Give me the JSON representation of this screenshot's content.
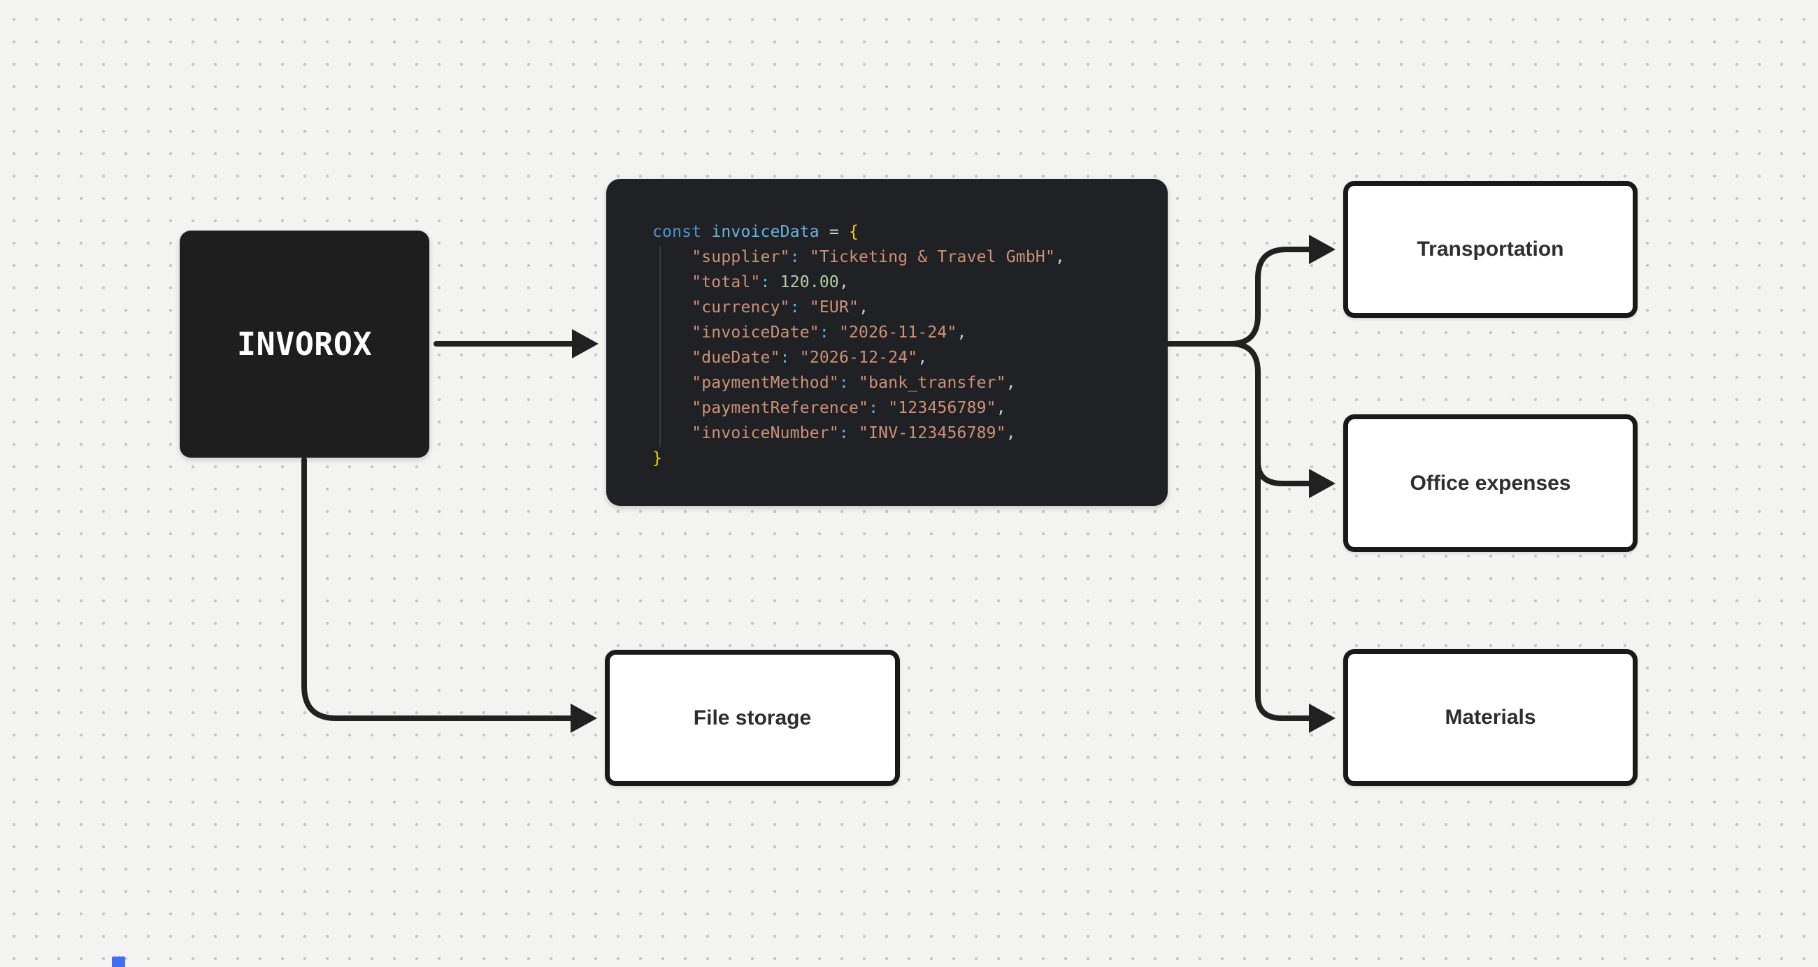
{
  "canvas": {
    "background": "#f3f3f2",
    "dot_color": "#c6c6c5",
    "edge_color": "#212121"
  },
  "nodes": {
    "invorox": {
      "label": "INVOROX",
      "bg": "#1e1e1e",
      "text_color": "#ffffff"
    },
    "transportation": {
      "label": "Transportation"
    },
    "office_expenses": {
      "label": "Office expenses"
    },
    "materials": {
      "label": "Materials"
    },
    "file_storage": {
      "label": "File storage"
    }
  },
  "edges": [
    {
      "from": "invorox",
      "to": "code_block"
    },
    {
      "from": "invorox",
      "to": "file_storage"
    },
    {
      "from": "code_block",
      "to": "transportation"
    },
    {
      "from": "code_block",
      "to": "office_expenses"
    },
    {
      "from": "code_block",
      "to": "materials"
    }
  ],
  "code_block": {
    "bg": "#1f2124",
    "token_colors": {
      "kw": "#4e94ce",
      "var": "#6cb2e0",
      "op": "#d0d0d0",
      "brace": "#f2cf0c",
      "key": "#ce9178",
      "str": "#ce9178",
      "colon": "#64b2e2",
      "num": "#b5cea8",
      "pl": "#d4d4d4"
    },
    "lines": [
      [
        [
          "kw",
          "const"
        ],
        [
          "pl",
          " "
        ],
        [
          "var",
          "invoiceData"
        ],
        [
          "pl",
          " "
        ],
        [
          "op",
          "="
        ],
        [
          "pl",
          " "
        ],
        [
          "brace",
          "{"
        ]
      ],
      [
        [
          "pl",
          "    "
        ],
        [
          "key",
          "\"supplier\""
        ],
        [
          "colon",
          ":"
        ],
        [
          "pl",
          " "
        ],
        [
          "str",
          "\"Ticketing & Travel GmbH\""
        ],
        [
          "op",
          ","
        ]
      ],
      [
        [
          "pl",
          "    "
        ],
        [
          "key",
          "\"total\""
        ],
        [
          "colon",
          ":"
        ],
        [
          "pl",
          " "
        ],
        [
          "num",
          "120.00"
        ],
        [
          "op",
          ","
        ]
      ],
      [
        [
          "pl",
          "    "
        ],
        [
          "key",
          "\"currency\""
        ],
        [
          "colon",
          ":"
        ],
        [
          "pl",
          " "
        ],
        [
          "str",
          "\"EUR\""
        ],
        [
          "op",
          ","
        ]
      ],
      [
        [
          "pl",
          "    "
        ],
        [
          "key",
          "\"invoiceDate\""
        ],
        [
          "colon",
          ":"
        ],
        [
          "pl",
          " "
        ],
        [
          "str",
          "\"2026-11-24\""
        ],
        [
          "op",
          ","
        ]
      ],
      [
        [
          "pl",
          "    "
        ],
        [
          "key",
          "\"dueDate\""
        ],
        [
          "colon",
          ":"
        ],
        [
          "pl",
          " "
        ],
        [
          "str",
          "\"2026-12-24\""
        ],
        [
          "op",
          ","
        ]
      ],
      [
        [
          "pl",
          "    "
        ],
        [
          "key",
          "\"paymentMethod\""
        ],
        [
          "colon",
          ":"
        ],
        [
          "pl",
          " "
        ],
        [
          "str",
          "\"bank_transfer\""
        ],
        [
          "op",
          ","
        ]
      ],
      [
        [
          "pl",
          "    "
        ],
        [
          "key",
          "\"paymentReference\""
        ],
        [
          "colon",
          ":"
        ],
        [
          "pl",
          " "
        ],
        [
          "str",
          "\"123456789\""
        ],
        [
          "op",
          ","
        ]
      ],
      [
        [
          "pl",
          "    "
        ],
        [
          "key",
          "\"invoiceNumber\""
        ],
        [
          "colon",
          ":"
        ],
        [
          "pl",
          " "
        ],
        [
          "str",
          "\"INV-123456789\""
        ],
        [
          "op",
          ","
        ]
      ],
      [
        [
          "brace",
          "}"
        ]
      ]
    ]
  },
  "artifact": {
    "color": "#3f6ef5"
  }
}
